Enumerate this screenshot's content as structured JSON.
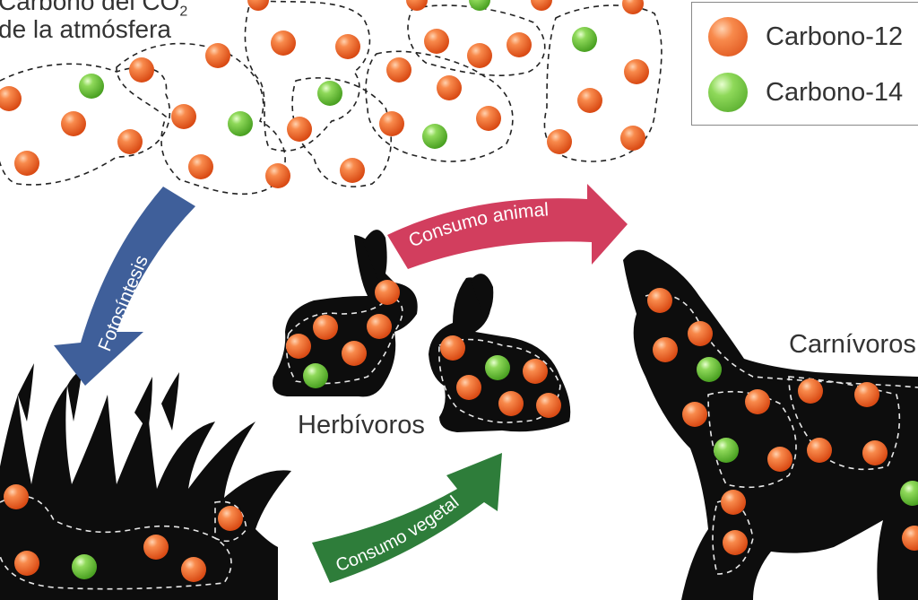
{
  "atmosphere": {
    "title_line1": "Carbono del CO",
    "title_sub": "2",
    "title_line2": "de la atmósfera"
  },
  "arrows": {
    "photosynthesis": "Fotosíntesis",
    "animal_consumption": "Consumo  animal",
    "plant_consumption": "Consumo vegetal"
  },
  "labels": {
    "herbivores": "Herbívoros",
    "carnivores": "Carnívoros"
  },
  "legend": {
    "items": [
      {
        "label": "Carbono-12",
        "color": "#f26a2a"
      },
      {
        "label": "Carbono-14",
        "color": "#6cc23c"
      }
    ]
  },
  "colors": {
    "carbon12": "#f26a2a",
    "carbon14": "#6cc23c",
    "photosynthesis_arrow": "#3f5f9a",
    "animal_arrow": "#d23e5e",
    "plant_arrow": "#2e7d3a",
    "silhouette": "#0d0d0d"
  }
}
